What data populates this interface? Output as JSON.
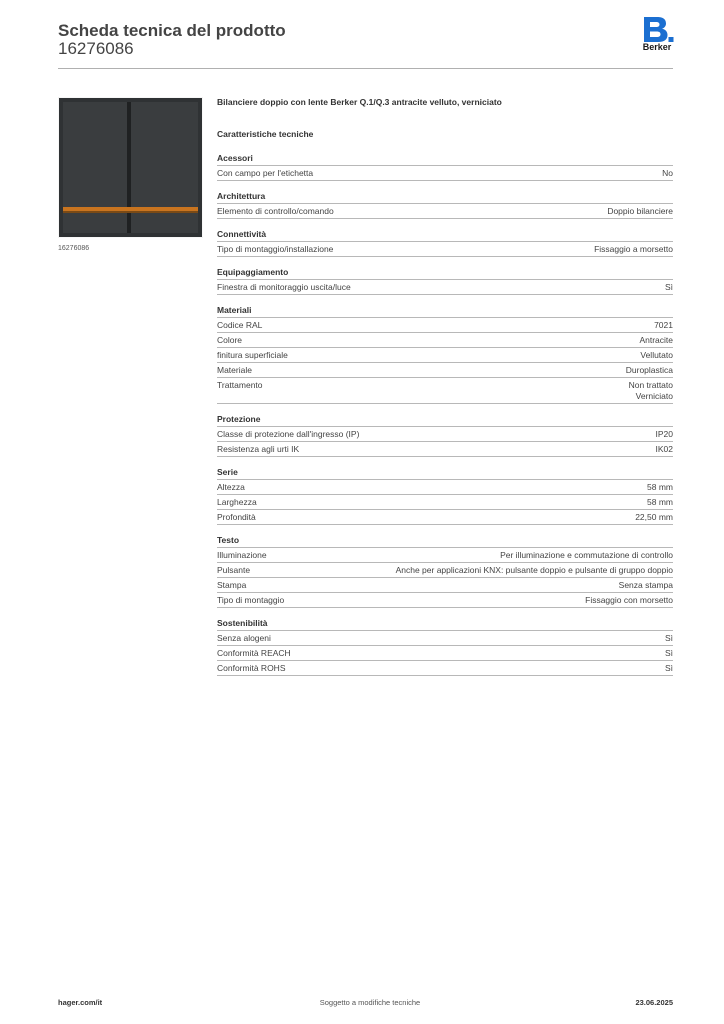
{
  "header": {
    "title": "Scheda tecnica del prodotto",
    "code": "16276086",
    "logo_text": "Berker",
    "logo_color": "#1b6fd1"
  },
  "product": {
    "photo_code": "16276086",
    "name": "Bilanciere doppio con lente Berker Q.1/Q.3 antracite velluto, verniciato",
    "photo_colors": {
      "body": "#3a3d3f",
      "lens": "#c8741f"
    }
  },
  "tech_heading": "Caratteristiche tecniche",
  "sections": [
    {
      "title": "Acessori",
      "rows": [
        {
          "label": "Con campo per l'etichetta",
          "value": "No"
        }
      ]
    },
    {
      "title": "Architettura",
      "rows": [
        {
          "label": "Elemento di controllo/comando",
          "value": "Doppio bilanciere"
        }
      ]
    },
    {
      "title": "Connettività",
      "rows": [
        {
          "label": "Tipo di montaggio/installazione",
          "value": "Fissaggio a morsetto"
        }
      ]
    },
    {
      "title": "Equipaggiamento",
      "rows": [
        {
          "label": "Finestra di monitoraggio uscita/luce",
          "value": "Sì"
        }
      ]
    },
    {
      "title": "Materiali",
      "rows": [
        {
          "label": "Codice RAL",
          "value": "7021"
        },
        {
          "label": "Colore",
          "value": "Antracite"
        },
        {
          "label": "finitura superficiale",
          "value": "Vellutato"
        },
        {
          "label": "Materiale",
          "value": "Duroplastica"
        },
        {
          "label": "Trattamento",
          "value": "Non trattato\nVerniciato"
        }
      ]
    },
    {
      "title": "Protezione",
      "rows": [
        {
          "label": "Classe di protezione dall'ingresso (IP)",
          "value": "IP20"
        },
        {
          "label": "Resistenza agli urti IK",
          "value": "IK02"
        }
      ]
    },
    {
      "title": "Serie",
      "rows": [
        {
          "label": "Altezza",
          "value": "58 mm"
        },
        {
          "label": "Larghezza",
          "value": "58 mm"
        },
        {
          "label": "Profondità",
          "value": "22,50 mm"
        }
      ]
    },
    {
      "title": "Testo",
      "rows": [
        {
          "label": "Illuminazione",
          "value": "Per illuminazione e commutazione di controllo"
        },
        {
          "label": "Pulsante",
          "value": "Anche per applicazioni KNX: pulsante doppio e pulsante di gruppo doppio"
        },
        {
          "label": "Stampa",
          "value": "Senza stampa"
        },
        {
          "label": "Tipo di montaggio",
          "value": "Fissaggio con morsetto"
        }
      ]
    },
    {
      "title": "Sostenibilità",
      "rows": [
        {
          "label": "Senza alogeni",
          "value": "Sì"
        },
        {
          "label": "Conformità REACH",
          "value": "Sì"
        },
        {
          "label": "Conformità ROHS",
          "value": "Sì"
        }
      ]
    }
  ],
  "footer": {
    "left": "hager.com/it",
    "center": "Soggetto a modifiche tecniche",
    "right": "23.06.2025"
  }
}
